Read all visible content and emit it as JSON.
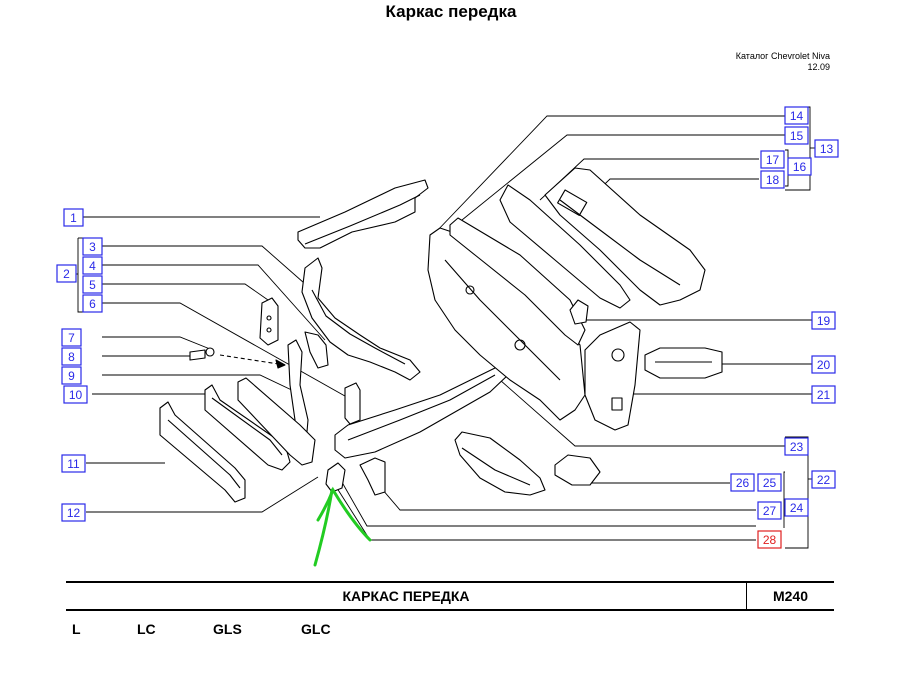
{
  "page": {
    "title": "Каркас передка",
    "catalog_line1": "Каталог Chevrolet Niva",
    "catalog_line2": "12.09"
  },
  "callouts": [
    "1",
    "2",
    "3",
    "4",
    "5",
    "6",
    "7",
    "8",
    "9",
    "10",
    "11",
    "12",
    "13",
    "14",
    "15",
    "16",
    "17",
    "18",
    "19",
    "20",
    "21",
    "22",
    "23",
    "24",
    "25",
    "26",
    "27",
    "28"
  ],
  "highlighted_callout": "28",
  "colors": {
    "callout": "#2a2ae8",
    "highlight": "#e02020",
    "annotation": "#22cc22"
  },
  "footer": {
    "name": "КАРКАС  ПЕРЕДКА",
    "code": "M240"
  },
  "versions": [
    "L",
    "LC",
    "GLS",
    "GLC"
  ]
}
